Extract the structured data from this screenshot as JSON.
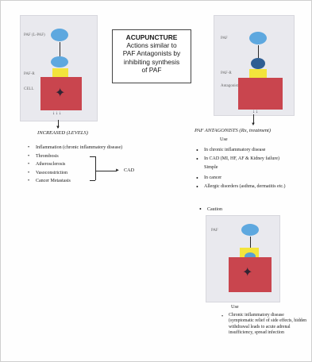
{
  "title_box": {
    "lines": [
      "ACUPUNCTURE",
      "Actions similar to",
      "PAF Antagonists by",
      "inhibiting synthesis",
      "of PAF"
    ]
  },
  "panel1": {
    "bubble_label": "PAF (L-PAF)",
    "mid_label": "PAF-R",
    "cell_label": "CELL"
  },
  "panel2": {
    "bubble_label": "PAF",
    "mid_label": "PAF-R",
    "cell_label": "Antagonist"
  },
  "panel3": {
    "bubble_label": "PAF"
  },
  "left": {
    "heading": "INCREASED (LEVELS)",
    "items": [
      "Inflammation (chronic inflammatory disease)",
      "Thrombosis",
      "Atherosclerosis",
      "Vasoconstriction",
      "Cancer Metastasis"
    ],
    "result": "CAD"
  },
  "right": {
    "heading": "PAF ANTAGONISTS (Rx, treatment)",
    "subheading": "Use",
    "items": [
      "In chronic inflammatory disease",
      "In CAD (MI, HF, AF & Kidney failure)",
      "In cancer",
      "Allergic disorders (asthma, dermatitis etc.)"
    ],
    "continuation": "Simple",
    "caution": "Caution"
  },
  "bottom": {
    "heading": "Use",
    "items": [
      "Chronic inflammatory disease (symptomatic relief of side effects, hidden withdrawal leads to acute adrenal insufficiency, spread infection"
    ]
  },
  "colors": {
    "bubble": "#5ea8df",
    "receptor": "#f3e43c",
    "cell": "#c9454e",
    "panel": "#e9e9ee"
  }
}
